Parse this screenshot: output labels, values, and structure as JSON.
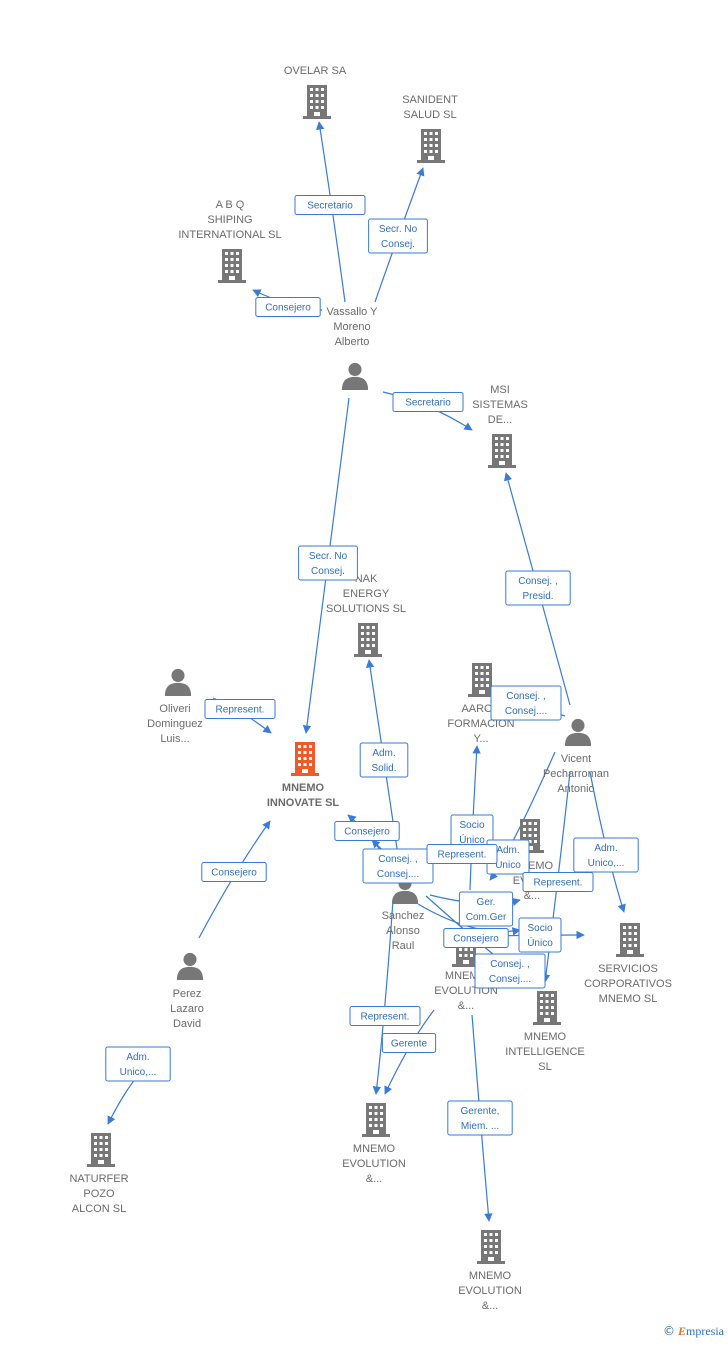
{
  "colors": {
    "edge": "#3a7bd5",
    "node": "#777777",
    "main": "#f05a28",
    "label": "#6b6b6b"
  },
  "nodes": [
    {
      "id": "ovelar",
      "type": "company",
      "label": [
        "OVELAR SA"
      ]
    },
    {
      "id": "sanident",
      "type": "company",
      "label": [
        "SANIDENT",
        "SALUD SL"
      ]
    },
    {
      "id": "abq",
      "type": "company",
      "label": [
        "A B Q",
        "SHIPING",
        "INTERNATIONAL SL"
      ]
    },
    {
      "id": "vassallo",
      "type": "person",
      "label": [
        "Vassallo Y",
        "Moreno",
        "Alberto"
      ]
    },
    {
      "id": "msi",
      "type": "company",
      "label": [
        "MSI",
        "SISTEMAS",
        "DE..."
      ]
    },
    {
      "id": "nak",
      "type": "company",
      "label": [
        "NAK",
        "ENERGY",
        "SOLUTIONS SL"
      ]
    },
    {
      "id": "oliveri",
      "type": "person",
      "label": [
        "Oliveri",
        "Dominguez",
        "Luis..."
      ]
    },
    {
      "id": "aaron",
      "type": "company",
      "label": [
        "AARON",
        "FORMACION",
        "Y..."
      ]
    },
    {
      "id": "vicent",
      "type": "person",
      "label": [
        "Vicent",
        "Pecharroman",
        "Antonio"
      ]
    },
    {
      "id": "mnemo_innovate",
      "type": "main",
      "label": [
        "MNEMO",
        "INNOVATE SL"
      ]
    },
    {
      "id": "mnemo_evol_top",
      "type": "company",
      "label": [
        "MNEMO",
        "EVOL...",
        "&..."
      ]
    },
    {
      "id": "sanchez",
      "type": "person",
      "label": [
        "Sanchez",
        "Alonso",
        "Raul"
      ]
    },
    {
      "id": "servicios",
      "type": "company",
      "label": [
        "SERVICIOS",
        "CORPORATIVOS",
        "MNEMO SL"
      ]
    },
    {
      "id": "mnemo_evol_mid",
      "type": "company",
      "label": [
        "MNEMO",
        "EVOLUTION",
        "&..."
      ]
    },
    {
      "id": "mnemo_intel",
      "type": "company",
      "label": [
        "MNEMO",
        "INTELLIGENCE",
        "SL"
      ]
    },
    {
      "id": "perez",
      "type": "person",
      "label": [
        "Perez",
        "Lazaro",
        "David"
      ]
    },
    {
      "id": "naturfer",
      "type": "company",
      "label": [
        "NATURFER",
        "POZO",
        "ALCON SL"
      ]
    },
    {
      "id": "mnemo_evol_low",
      "type": "company",
      "label": [
        "MNEMO",
        "EVOLUTION",
        "&..."
      ]
    },
    {
      "id": "mnemo_evol_bottom",
      "type": "company",
      "label": [
        "MNEMO",
        "EVOLUTION",
        "&..."
      ]
    }
  ],
  "edges": [
    {
      "id": "e1",
      "from": "vassallo",
      "to": "ovelar",
      "label": [
        "Secretario"
      ]
    },
    {
      "id": "e2",
      "from": "vassallo",
      "to": "sanident",
      "label": [
        "Secr. No",
        "Consej."
      ]
    },
    {
      "id": "e3",
      "from": "vassallo",
      "to": "abq",
      "label": [
        "Consejero"
      ]
    },
    {
      "id": "e4",
      "from": "vassallo",
      "to": "msi",
      "label": [
        "Secretario"
      ]
    },
    {
      "id": "e5",
      "from": "vassallo",
      "to": "mnemo_innovate",
      "label": [
        "Secr. No",
        "Consej."
      ]
    },
    {
      "id": "e6",
      "from": "vicent",
      "to": "msi",
      "label": [
        "Consej. ,",
        "Presid."
      ]
    },
    {
      "id": "e7",
      "from": "oliveri",
      "to": "mnemo_innovate",
      "label": [
        "Represent."
      ]
    },
    {
      "id": "e8",
      "from": "perez",
      "to": "mnemo_innovate",
      "label": [
        "Consejero"
      ]
    },
    {
      "id": "e9",
      "from": "perez",
      "to": "naturfer",
      "label": [
        "Adm.",
        "Unico,..."
      ]
    },
    {
      "id": "e10",
      "from": "sanchez",
      "to": "nak",
      "label": [
        "Adm.",
        "Solid."
      ]
    },
    {
      "id": "e11",
      "from": "vicent",
      "to": "aaron",
      "label": [
        "Consej. ,",
        "Consej...."
      ]
    },
    {
      "id": "e12",
      "from": "sanchez",
      "to": "mnemo_innovate",
      "label": [
        "Consejero"
      ]
    },
    {
      "id": "e13",
      "from": "sanchez",
      "to": "mnemo_evol_top",
      "label": [
        "Consej. ,",
        "Consej...."
      ]
    },
    {
      "id": "e14",
      "from": "sanchez",
      "to": "aaron",
      "label": [
        "Socio",
        "Único"
      ]
    },
    {
      "id": "e15",
      "from": "vicent",
      "to": "mnemo_evol_top",
      "label": [
        "Adm.",
        "Unico"
      ]
    },
    {
      "id": "e16",
      "from": "sanchez",
      "to": "mnemo_evol_mid",
      "label": [
        "Represent."
      ]
    },
    {
      "id": "e17",
      "from": "vicent",
      "to": "servicios",
      "label": [
        "Adm.",
        "Unico,..."
      ]
    },
    {
      "id": "e18",
      "from": "vicent",
      "to": "mnemo_intel",
      "label": [
        "Represent."
      ]
    },
    {
      "id": "e19",
      "from": "sanchez",
      "to": "mnemo_evol_top",
      "label": [
        "Ger.",
        "Com.Ger"
      ]
    },
    {
      "id": "e20",
      "from": "sanchez",
      "to": "mnemo_evol_mid",
      "label": [
        "Consejero"
      ]
    },
    {
      "id": "e21",
      "from": "mnemo_evol_mid",
      "to": "servicios",
      "label": [
        "Socio",
        "Único"
      ]
    },
    {
      "id": "e22",
      "from": "sanchez",
      "to": "mnemo_intel",
      "label": [
        "Consej. ,",
        "Consej...."
      ]
    },
    {
      "id": "e23",
      "from": "sanchez",
      "to": "mnemo_evol_low",
      "label": [
        "Represent."
      ]
    },
    {
      "id": "e24",
      "from": "mnemo_evol_mid",
      "to": "mnemo_evol_low",
      "label": [
        "Gerente"
      ]
    },
    {
      "id": "e25",
      "from": "mnemo_evol_mid",
      "to": "mnemo_evol_bottom",
      "label": [
        "Gerente,",
        "Miem. ..."
      ]
    }
  ],
  "footer": {
    "copyright": "©",
    "brand_initial": "E",
    "brand_rest": "mpresia"
  }
}
